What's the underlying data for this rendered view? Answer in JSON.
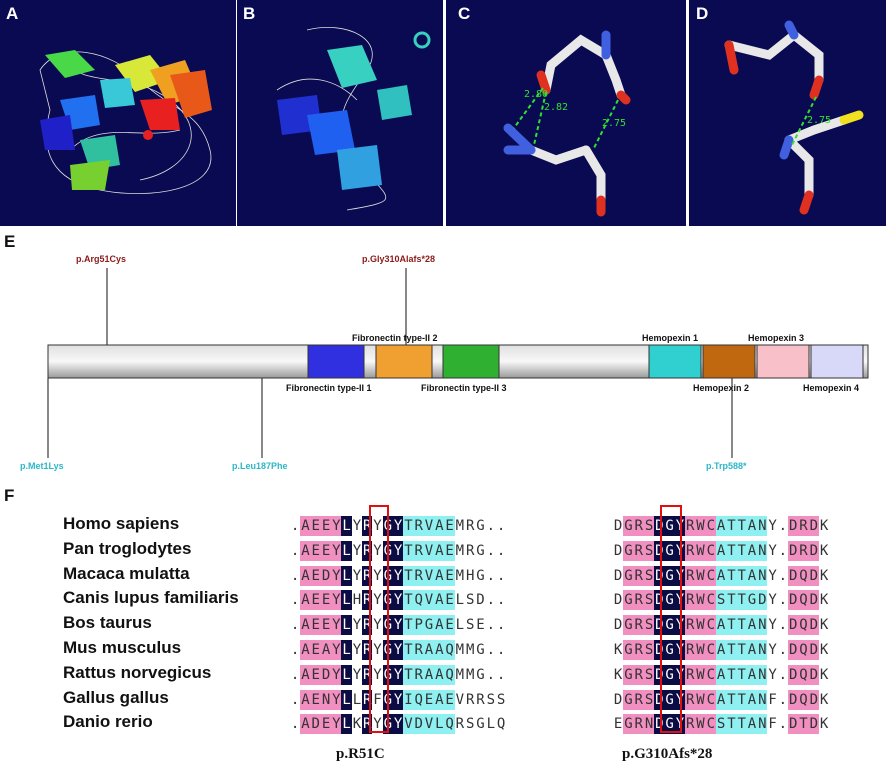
{
  "panels": {
    "A": "A",
    "B": "B",
    "C": "C",
    "D": "D",
    "E": "E",
    "F": "F"
  },
  "distances": {
    "c1": "2.80",
    "c2": "2.82",
    "c3": "2.75",
    "d1": "2.75"
  },
  "protein_map": {
    "mutations_top": [
      "p.Arg51Cys",
      "p.Gly310Alafs*28"
    ],
    "mutations_bottom": [
      "p.Met1Lys",
      "p.Leu187Phe",
      "p.Trp588*"
    ],
    "domains": [
      {
        "label": "Fibronectin type-II 1",
        "color": "#3030e0"
      },
      {
        "label": "Fibronectin type-II 2",
        "color": "#f0a030"
      },
      {
        "label": "Fibronectin type-II 3",
        "color": "#30b030"
      },
      {
        "label": "Hemopexin 1",
        "color": "#30d0d0"
      },
      {
        "label": "Hemopexin 2",
        "color": "#c06810"
      },
      {
        "label": "Hemopexin 3",
        "color": "#f8c0c8"
      },
      {
        "label": "Hemopexin 4",
        "color": "#d8d8f8"
      }
    ]
  },
  "alignment": {
    "species": [
      "Homo sapiens",
      "Pan troglodytes",
      "Macaca mulatta",
      "Canis lupus familiaris",
      "Bos taurus",
      "Mus musculus",
      "Rattus norvegicus",
      "Gallus gallus",
      "Danio rerio"
    ],
    "left_seqs": [
      ".AEEYLYRYGYTRVAEMRG..",
      ".AEEYLYRYGYTRVAEMRG..",
      ".AEDYLYRYGYTRVAEMHG..",
      ".AEEYLHRYGYTQVAELSD..",
      ".AEEYLYRYGYTPGAELSE..",
      ".AEAYLYRYGYTRAAQMMG..",
      ".AEDYLYRYGYTRAAQMMG..",
      ".AENYLLRFGYIQEAEVRRSS",
      ".ADEYLKRYGYVDVLQRSGLQ"
    ],
    "right_seqs": [
      "DGRSDGYRWCATTANY.DRDK",
      "DGRSDGYRWCATTANY.DRDK",
      "DGRSDGYRWCATTANY.DQDK",
      "DGRSDGYRWCSTTGDY.DQDK",
      "DGRSDGYRWCATTANY.DQDK",
      "KGRSDGYRWCATTANY.DQDK",
      "KGRSDGYRWCATTANY.DQDK",
      "DGRSDGYRWCATTANF.DQDK",
      "EGRNDGYRWCSTTANF.DTDK"
    ],
    "caption_left": "p.R51C",
    "caption_right": "p.G310Afs*28"
  }
}
